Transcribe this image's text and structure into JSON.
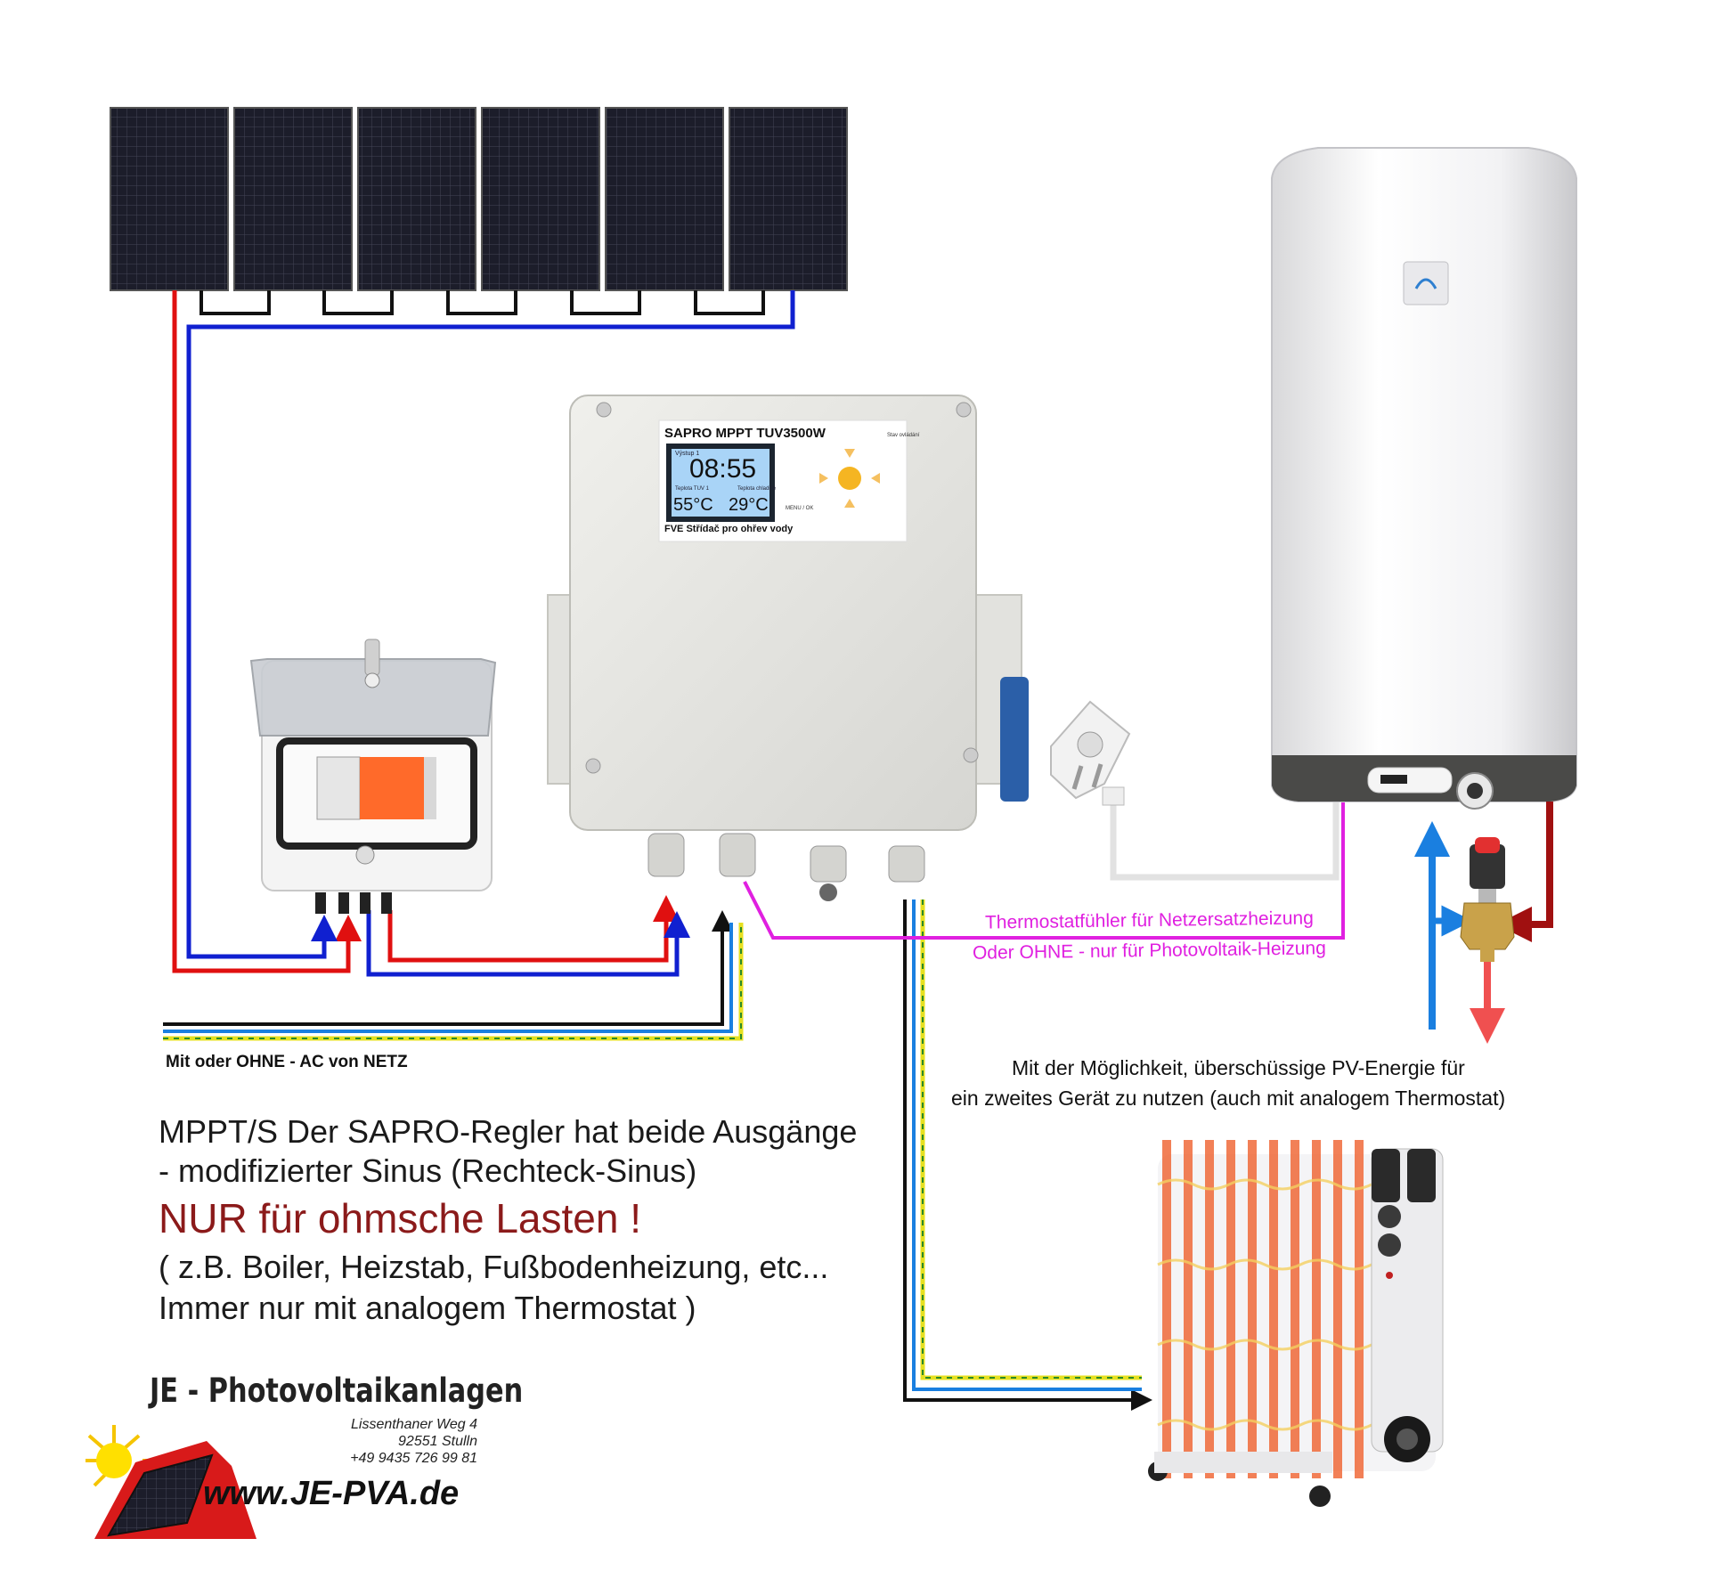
{
  "labels": {
    "ac_source": "Mit oder OHNE - AC von NETZ",
    "thermo_line1": "Thermostatfühler für Netzersatzheizung",
    "thermo_line2": "Oder OHNE - nur für Photovoltaik-Heizung",
    "second_device_line1": "Mit der Möglichkeit, überschüssige PV-Energie für",
    "second_device_line2": "ein zweites Gerät zu nutzen (auch mit analogem Thermostat)"
  },
  "notes": {
    "line1": "MPPT/S Der SAPRO-Regler hat beide Ausgänge",
    "line2": "- modifizierter Sinus (Rechteck-Sinus)",
    "warning": "NUR für ohmsche Lasten !",
    "line4": "( z.B. Boiler, Heizstab, Fußbodenheizung, etc...",
    "line5": "Immer nur mit analogem Thermostat )"
  },
  "controller": {
    "model": "SAPRO MPPT TUV3500W",
    "screen_header": "Výstup 1",
    "time": "08:55",
    "temp1_label": "Teplota TUV 1",
    "temp1": "55°C",
    "temp2_label": "Teplota chladiče",
    "temp2": "29°C",
    "side_label": "Stav ovládání",
    "menu_label": "MENU / OK",
    "subtitle": "FVE Střídač pro ohřev vody"
  },
  "logo": {
    "title": "JE - Photovoltaikanlagen",
    "street": "Lissenthaner Weg 4",
    "city": "92551 Stulln",
    "phone": "+49 9435 726 99 81",
    "url": "www.JE-PVA.de"
  },
  "colors": {
    "dc_positive": "#e01010",
    "dc_negative": "#1020d0",
    "sensor": "#e020e0",
    "cold_water": "#1a7fe0",
    "hot_water": "#a01010",
    "mixed_water": "#f05050",
    "warning_text": "#8b1a1a",
    "ac_earth": "#e6e020"
  },
  "icons": [
    "solar-panel-icon",
    "surge-protector-icon",
    "controller-box-icon",
    "plug-icon",
    "boiler-icon",
    "mixing-valve-icon",
    "radiator-icon",
    "sun-icon"
  ]
}
